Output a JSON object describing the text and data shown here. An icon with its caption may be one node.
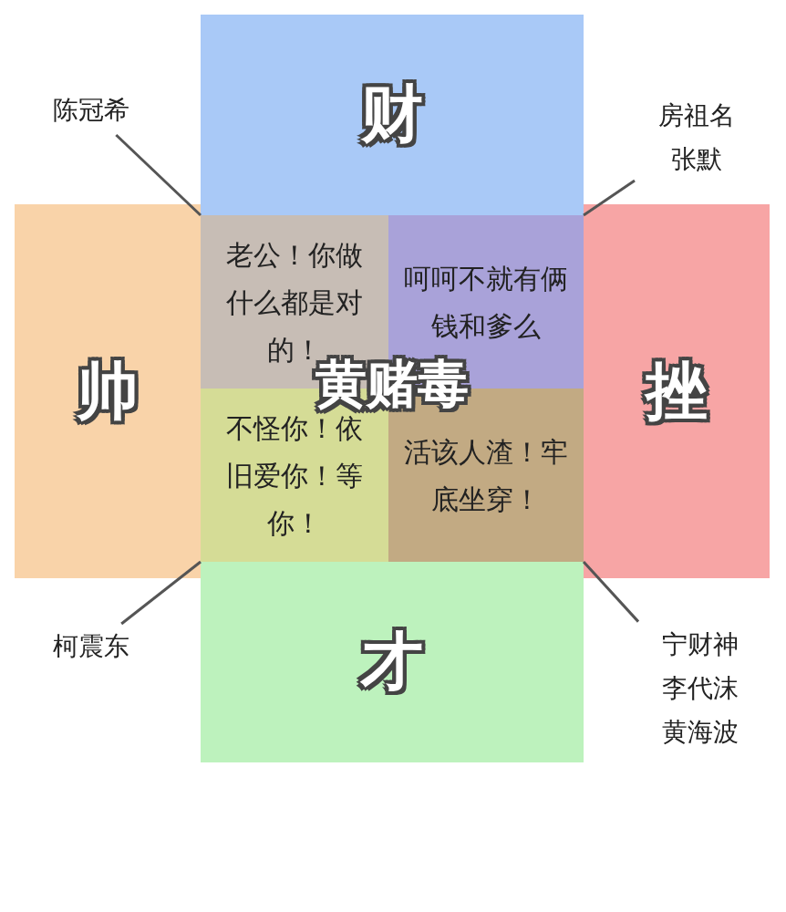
{
  "diagram": {
    "nodes": [
      {
        "text": [
          "财"
        ]
      },
      {
        "text": [
          "帅"
        ]
      },
      {
        "text": [
          "挫"
        ]
      },
      {
        "text": [
          "才"
        ]
      },
      {
        "text": [
          "老公！你做什么都是对的！"
        ]
      },
      {
        "text": [
          "呵呵不就有俩钱和爹么"
        ]
      },
      {
        "text": [
          "不怪你！依旧爱你！等你！"
        ]
      },
      {
        "text": [
          "活该人渣！牢底坐穿！"
        ]
      },
      {
        "text": [
          "陈冠希"
        ]
      },
      {
        "text": [
          "房祖名",
          "张默"
        ]
      },
      {
        "text": [
          "柯震东"
        ]
      },
      {
        "text": [
          "宁财神",
          "李代沫",
          "黄海波"
        ]
      }
    ],
    "edges": [
      {
        "from": 8,
        "to": 4,
        "arrow": "none"
      },
      {
        "from": 9,
        "to": 5,
        "arrow": "none"
      },
      {
        "from": 10,
        "to": 6,
        "arrow": "none"
      },
      {
        "from": 11,
        "to": 7,
        "arrow": "none"
      }
    ],
    "labels": [
      "黄赌毒"
    ]
  }
}
